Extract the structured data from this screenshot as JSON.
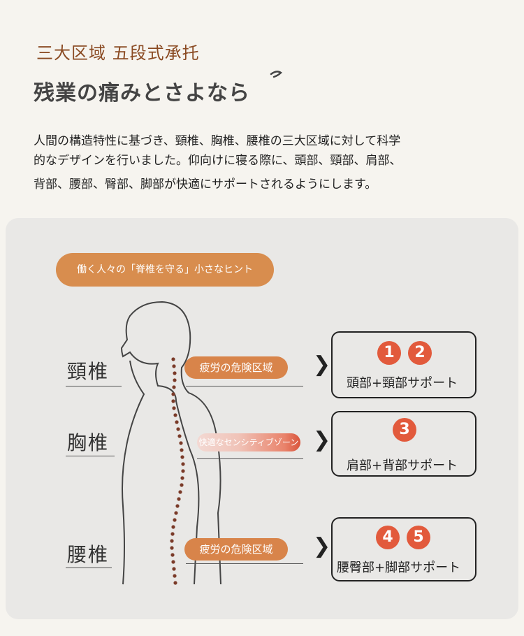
{
  "header": {
    "subtitle": "三大区域 五段式承托",
    "headline": "残業の痛みとさよなら"
  },
  "description": {
    "line1": "人間の構造特性に基づき、頸椎、胸椎、腰椎の三大区域に対して科学",
    "line2": "的なデザインを行いました。仰向けに寝る際に、頭部、頸部、肩部、",
    "line3": "背部、腰部、臀部、脚部が快適にサポートされるようにします。"
  },
  "tip": {
    "label": "働く人々の「脊椎を守る」小さなヒント"
  },
  "regions": [
    {
      "name": "頸椎",
      "zone": "疲労の危険区域",
      "badges": [
        "1",
        "2"
      ],
      "support": "頭部+頸部サポート"
    },
    {
      "name": "胸椎",
      "zone": "快適なセンシティブゾーン",
      "badges": [
        "3"
      ],
      "support": "肩部+背部サポート"
    },
    {
      "name": "腰椎",
      "zone": "疲労の危険区域",
      "badges": [
        "4",
        "5"
      ],
      "support": "腰臀部+脚部サポート"
    }
  ],
  "colors": {
    "accent_orange": "#d8844a",
    "badge_red": "#e25a3c",
    "subtitle_brown": "#8a4a22",
    "spine_dots": "#7a3a28",
    "panel_bg": "#e9e8e6"
  },
  "icons": {
    "chevron": "chevron-right-icon",
    "figure": "human-silhouette-icon"
  }
}
